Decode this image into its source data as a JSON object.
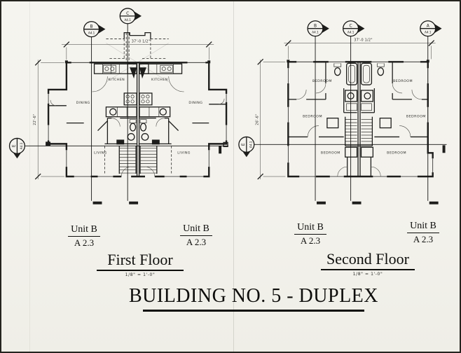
{
  "drawing_title": {
    "text": "BUILDING NO. 5 - DUPLEX"
  },
  "first_floor": {
    "title": "First Floor",
    "scale_note": "1/8\" = 1'-0\"",
    "dim_width": "37'-0 1/2\"",
    "dim_depth": "22'-6\"",
    "room_labels": {
      "kitchen_left": "KITCHEN",
      "kitchen_right": "KITCHEN",
      "dining_left": "DINING",
      "dining_right": "DINING",
      "living_left": "LIVING",
      "living_right": "LIVING"
    },
    "section_markers": {
      "b": {
        "letter": "B",
        "sheet": "A4.1"
      },
      "c": {
        "letter": "C",
        "sheet": "A4.1"
      },
      "e": {
        "letter": "E",
        "sheet": "A4.1"
      }
    },
    "unit_labels": {
      "left": {
        "unit": "Unit B",
        "ref": "A 2.3"
      },
      "right": {
        "unit": "Unit B",
        "ref": "A 2.3"
      }
    }
  },
  "second_floor": {
    "title": "Second Floor",
    "scale_note": "1/8\" = 1'-0\"",
    "dim_width": "37'-0 1/2\"",
    "dim_depth": "26'-6\"",
    "room_labels": {
      "bedroom_top_left": "BEDROOM",
      "bedroom_top_right": "BEDROOM",
      "bedroom_mid_left": "BEDROOM",
      "bedroom_mid_right": "BEDROOM",
      "bedroom_bottom_left": "BEDROOM",
      "bedroom_bottom_right": "BEDROOM"
    },
    "section_markers": {
      "b": {
        "letter": "B",
        "sheet": "A4.1"
      },
      "c": {
        "letter": "C",
        "sheet": "A4.1"
      },
      "a": {
        "letter": "A",
        "sheet": "A4.1"
      },
      "e": {
        "letter": "E",
        "sheet": "A4.1"
      }
    },
    "unit_labels": {
      "left": {
        "unit": "Unit B",
        "ref": "A 2.3"
      },
      "right": {
        "unit": "Unit B",
        "ref": "A 2.3"
      }
    }
  },
  "colors": {
    "paper": "#f4f3ee",
    "ink": "#1d1d1b"
  }
}
